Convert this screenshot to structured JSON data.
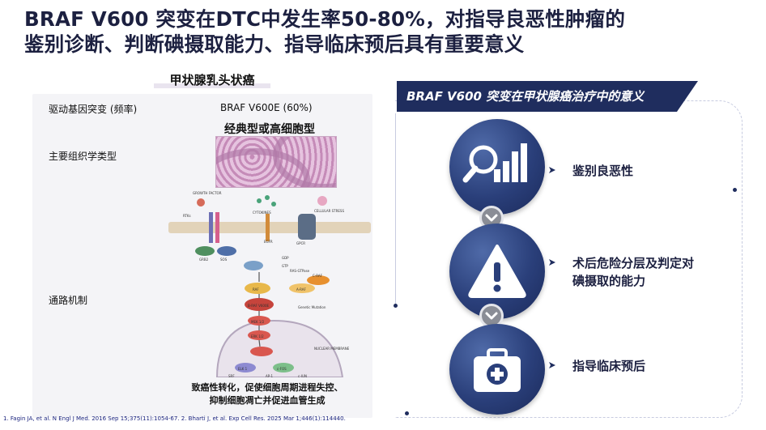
{
  "title": {
    "line1": "BRAF V600 突变在DTC中发生率50-80%，对指导良恶性肿瘤的",
    "line2": "鉴别诊断、判断碘摄取能力、指导临床预后具有重要意义"
  },
  "left_panel": {
    "header": "甲状腺乳头状癌",
    "driver_label": "驱动基因突变 (频率)",
    "driver_value": "BRAF V600E (60%)",
    "histology_label": "主要组织学类型",
    "histology_value": "经典型或高细胞型",
    "pathway_label": "通路机制",
    "diagram_labels": [
      "GROWTH FACTOR",
      "CYTOKINES",
      "CELLULAR STRESS",
      "RTKs",
      "EGFR",
      "GPCR",
      "GRB2",
      "SOS",
      "GDP",
      "GTP",
      "RAS-GTPase",
      "RAF",
      "A-RAF",
      "C-RAF",
      "B-RAF V600E",
      "Genetic Mutation",
      "MEK 1/2",
      "ERK 1/2",
      "NUCLEAR MEMBRANE",
      "ELK 1",
      "c-FOS",
      "SRF",
      "AP-1",
      "c-JUN"
    ],
    "caption_line1": "致癌性转化，促使细胞周期进程失控、",
    "caption_line2": "抑制细胞凋亡并促进血管生成"
  },
  "references": "1. Fagin JA, et al. N Engl J Med. 2016 Sep 15;375(11):1054-67. 2. Bharti J, et al. Exp Cell Res. 2025 Mar 1;446(1):114440.",
  "right_panel": {
    "banner": "BRAF V600 突变在甲状腺癌治疗中的意义",
    "items": [
      {
        "icon": "chart-magnifier-icon",
        "label": "鉴别良恶性"
      },
      {
        "icon": "warning-icon",
        "label_line1": "术后危险分层及判定对",
        "label_line2": "碘摄取的能力"
      },
      {
        "icon": "medical-kit-icon",
        "label": "指导临床预后"
      }
    ]
  },
  "colors": {
    "navy": "#1f2d5e",
    "title_text": "#1c2040",
    "circle_blue": "#2a3f7a",
    "chevron_gray": "#8a8d96"
  }
}
